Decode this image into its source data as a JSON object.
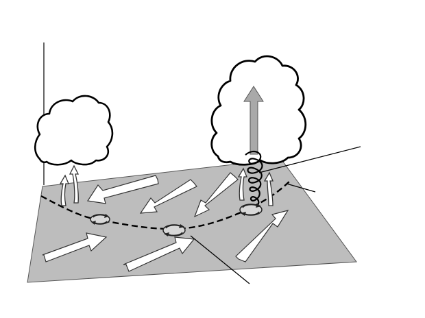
{
  "diagram": {
    "colors": {
      "background": "#ffffff",
      "ground": "#bdbdbd",
      "ground_stroke": "#555555",
      "arrow_fill": "#ffffff",
      "arrow_stroke": "#333333",
      "updraft_arrow": "#a9a9a9",
      "line": "#000000"
    },
    "elements": [
      "ground-plane",
      "left-cloud",
      "right-cloud",
      "updraft-arrow",
      "spiral-vortex",
      "convergence-line",
      "surface-wind-arrows",
      "rotating-vortices",
      "upward-flow-arrows",
      "pointer-lines"
    ]
  }
}
